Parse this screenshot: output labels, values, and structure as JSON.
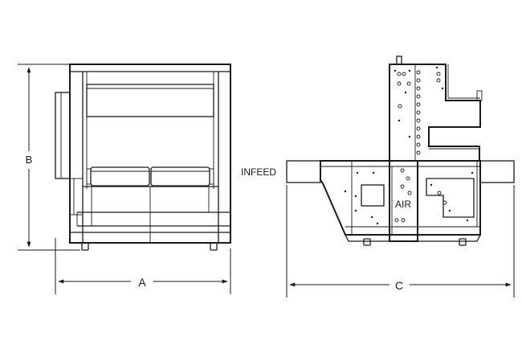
{
  "labels": {
    "dim_a": "A",
    "dim_b": "B",
    "dim_c": "C",
    "infeed": "INFEED",
    "air": "AIR"
  },
  "colors": {
    "line": "#1a1a1a",
    "background": "#ffffff"
  }
}
